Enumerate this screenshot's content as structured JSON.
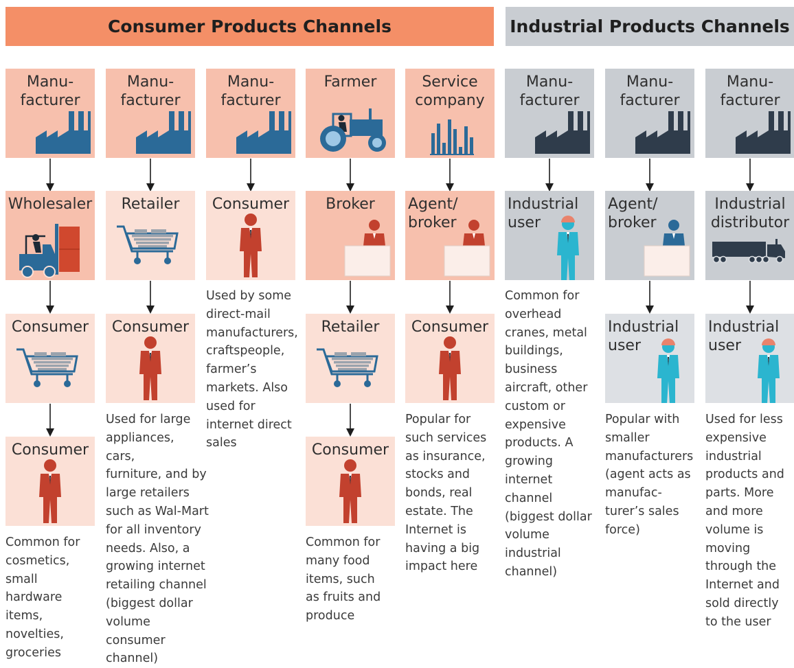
{
  "headers": {
    "consumer": "Consumer Products Channels",
    "industrial": "Industrial Products Channels"
  },
  "colors": {
    "consumer_header": "#f48f67",
    "consumer_box_dark": "#f7c0ad",
    "consumer_box_light": "#fbe0d6",
    "consumer_icon": "#2b6a98",
    "consumer_person": "#c2412e",
    "industrial_header": "#c9cdd2",
    "industrial_box": "#dde0e4",
    "industrial_icon": "#2f3c4b",
    "industrial_person": "#2bb5cf"
  },
  "channels": [
    {
      "steps": [
        {
          "label": "Manu-\nfacturer",
          "icon": "factory-icon"
        },
        {
          "label": "Wholesaler",
          "icon": "forklift-icon"
        },
        {
          "label": "Consumer",
          "icon": "shopping-cart-icon"
        },
        {
          "label": "Consumer",
          "icon": "person-icon"
        }
      ],
      "description": "Common for\ncosmetics,\nsmall\nhardware\nitems,\nnovelties,\ngroceries"
    },
    {
      "steps": [
        {
          "label": "Manu-\nfacturer",
          "icon": "factory-icon"
        },
        {
          "label": "Retailer",
          "icon": "shopping-cart-icon"
        },
        {
          "label": "Consumer",
          "icon": "person-icon"
        }
      ],
      "description": "Used for large\nappliances,\ncars,\nfurniture, and by\nlarge retailers\nsuch as Wal-Mart\nfor all inventory\nneeds. Also, a\ngrowing internet\nretailing channel\n(biggest dollar\nvolume\nconsumer\nchannel)"
    },
    {
      "steps": [
        {
          "label": "Manu-\nfacturer",
          "icon": "factory-icon"
        },
        {
          "label": "Consumer",
          "icon": "person-icon"
        }
      ],
      "description": "Used by some\ndirect-mail\nmanufacturers,\ncraftspeople,\nfarmer’s\nmarkets. Also\nused for\ninternet direct\nsales"
    },
    {
      "steps": [
        {
          "label": "Farmer",
          "icon": "tractor-icon"
        },
        {
          "label": "Broker",
          "icon": "person-at-desk-icon"
        },
        {
          "label": "Retailer",
          "icon": "shopping-cart-icon"
        },
        {
          "label": "Consumer",
          "icon": "person-icon"
        }
      ],
      "description": "Common for\nmany food\nitems, such\nas fruits and\nproduce"
    },
    {
      "steps": [
        {
          "label": "Service\ncompany",
          "icon": "bar-graph-icon"
        },
        {
          "label": "Agent/\nbroker",
          "icon": "person-at-desk-icon"
        },
        {
          "label": "Consumer",
          "icon": "person-icon"
        }
      ],
      "description": "Popular for\nsuch services\nas insurance,\nstocks and\nbonds, real\nestate. The\nInternet is\nhaving a big\nimpact here"
    },
    {
      "steps": [
        {
          "label": "Manu-\nfacturer",
          "icon": "factory-icon"
        },
        {
          "label": "Industrial\nuser",
          "icon": "worker-helmet-icon"
        }
      ],
      "description": "Common for\noverhead\ncranes, metal\nbuildings,\nbusiness\naircraft, other\ncustom or\nexpensive\nproducts. A\ngrowing\ninternet\nchannel\n(biggest dollar\nvolume\nindustrial\nchannel)"
    },
    {
      "steps": [
        {
          "label": "Manu-\nfacturer",
          "icon": "factory-icon"
        },
        {
          "label": "Agent/\nbroker",
          "icon": "person-at-desk-icon"
        },
        {
          "label": "Industrial\nuser",
          "icon": "worker-helmet-icon"
        }
      ],
      "description": "Popular with\nsmaller\nmanufacturers\n(agent acts as\nmanufac-\nturer’s sales\nforce)"
    },
    {
      "steps": [
        {
          "label": "Manu-\nfacturer",
          "icon": "factory-icon"
        },
        {
          "label": "Industrial\ndistributor",
          "icon": "truck-icon"
        },
        {
          "label": "Industrial\nuser",
          "icon": "worker-helmet-icon"
        }
      ],
      "description": "Used for less\nexpensive\nindustrial\nproducts and\nparts. More\nand more\nvolume is\nmoving\nthrough the\nInternet and\nsold directly\nto the user"
    }
  ]
}
